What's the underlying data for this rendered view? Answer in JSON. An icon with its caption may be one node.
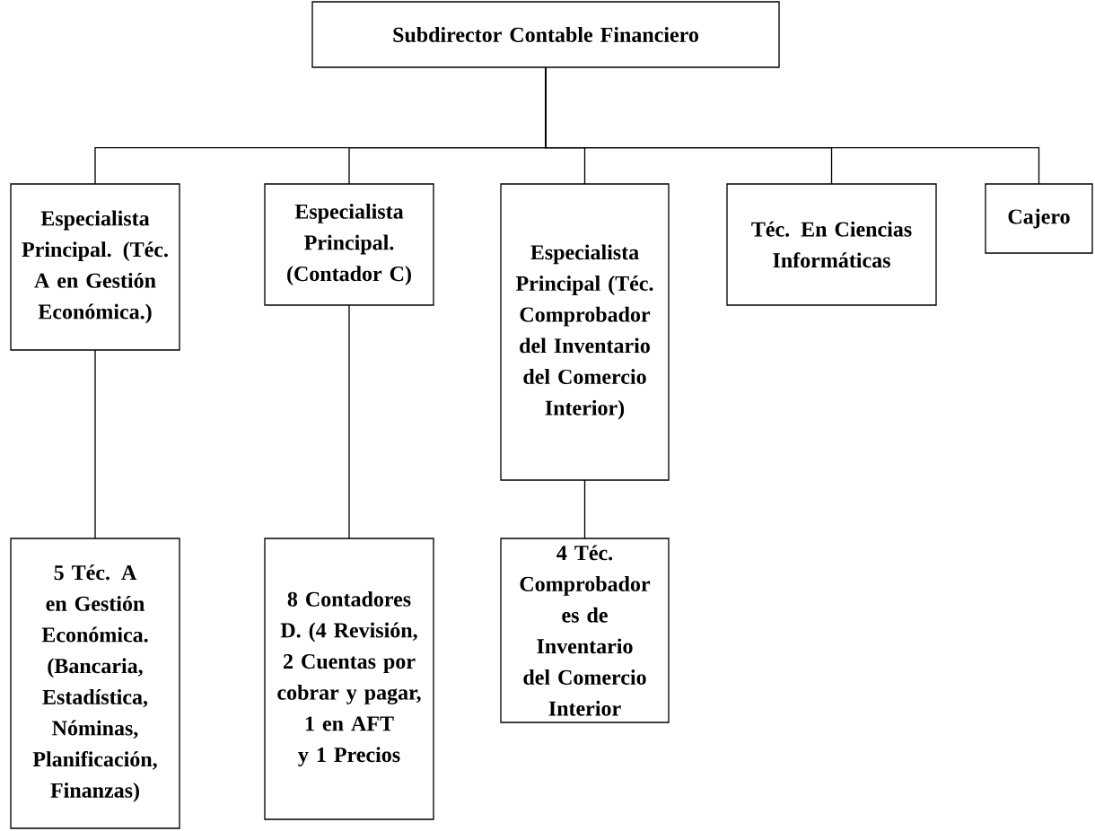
{
  "diagram": {
    "nodes": [
      {
        "text": [
          "Subdirector Contable Financiero"
        ]
      },
      {
        "text": [
          "Especialista Principal. (Téc. A en Gestión Económica.)"
        ]
      },
      {
        "text": [
          "Especialista Principal. (Contador C)"
        ]
      },
      {
        "text": [
          "Especialista Principal (Téc. Comprobador del Inventario del Comercio Interior)"
        ]
      },
      {
        "text": [
          "Téc. En Ciencias Informáticas"
        ]
      },
      {
        "text": [
          "Cajero"
        ]
      },
      {
        "text": [
          "5 Téc. A en Gestión Económica. (Bancaria, Estadística, Nóminas, Planificación, Finanzas)"
        ]
      },
      {
        "text": [
          "8 Contadores D. (4 Revisión, 2 Cuentas por cobrar y pagar, 1 en AFT y 1 Precios"
        ]
      },
      {
        "text": [
          "4 Téc. Comprobador es de Inventario del Comercio Interior"
        ]
      }
    ],
    "edges": [
      {
        "from": 0,
        "to": 1,
        "arrow": "none"
      },
      {
        "from": 0,
        "to": 2,
        "arrow": "none"
      },
      {
        "from": 0,
        "to": 3,
        "arrow": "none"
      },
      {
        "from": 0,
        "to": 4,
        "arrow": "none"
      },
      {
        "from": 0,
        "to": 5,
        "arrow": "none"
      },
      {
        "from": 1,
        "to": 6,
        "arrow": "none"
      },
      {
        "from": 2,
        "to": 7,
        "arrow": "none"
      },
      {
        "from": 3,
        "to": 8,
        "arrow": "none"
      }
    ]
  }
}
